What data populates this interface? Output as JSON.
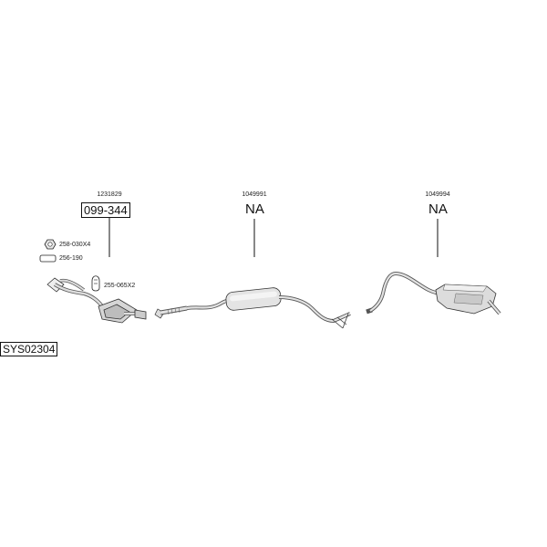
{
  "parts": {
    "front": {
      "oem": "1231829",
      "part_no": "099-344"
    },
    "middle": {
      "oem": "1049991",
      "part_no": "NA"
    },
    "rear": {
      "oem": "1049994",
      "part_no": "NA"
    }
  },
  "accessories": {
    "nut": "258-030X4",
    "gasket": "256-190",
    "clamp": "255-065X2"
  },
  "system_code": "SYS02304"
}
